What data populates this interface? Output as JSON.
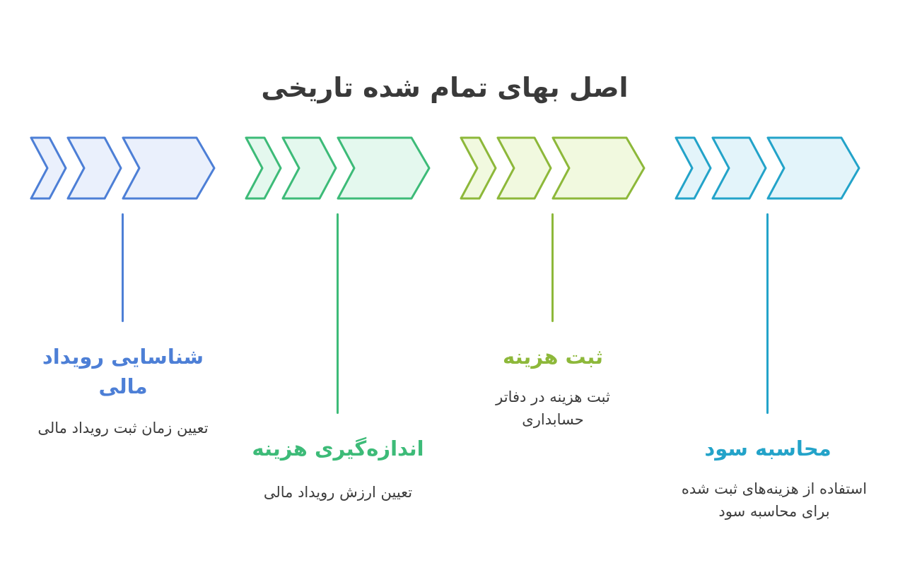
{
  "title": "اصل بهای تمام شده تاریخی",
  "steps": [
    {
      "title": "شناسایی رویداد مالی",
      "description": "تعیین زمان ثبت رویداد مالی",
      "color": "#4d7fd6",
      "fill": "#eaf0fc"
    },
    {
      "title": "اندازه‌گیری هزینه",
      "description": "تعیین ارزش رویداد مالی",
      "color": "#3dbb78",
      "fill": "#e4f8ee"
    },
    {
      "title": "ثبت هزینه",
      "description": "ثبت هزینه در دفاتر حسابداری",
      "color": "#8db83a",
      "fill": "#f1f9df"
    },
    {
      "title": "محاسبه سود",
      "description": "استفاده از هزینه‌های ثبت شده برای محاسبه سود",
      "color": "#23a3c9",
      "fill": "#e3f4fa"
    }
  ]
}
